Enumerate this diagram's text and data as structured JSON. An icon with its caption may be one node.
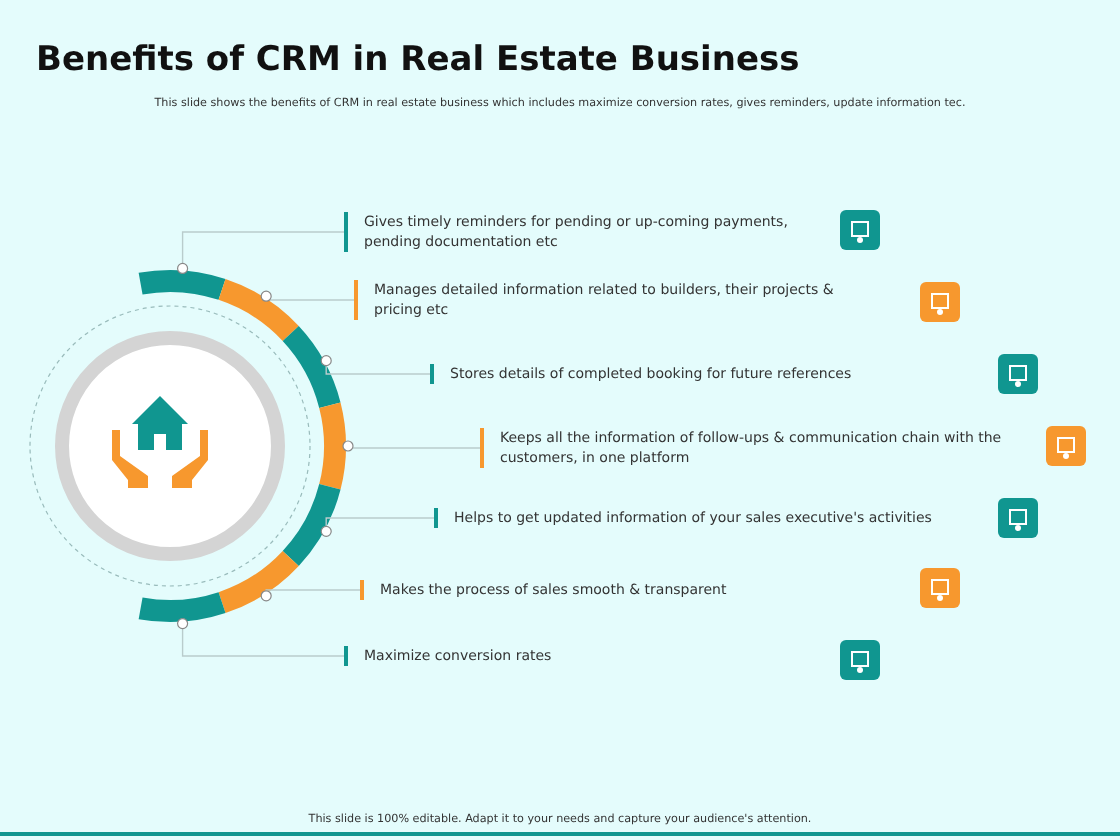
{
  "diagram": {
    "title": "Benefits of CRM in Real Estate Business",
    "nodes": [
      {
        "text": [
          "Gives timely reminders for pending or up-coming payments, pending documentation etc"
        ]
      },
      {
        "text": [
          "Manages detailed information related to builders, their projects & pricing etc"
        ]
      },
      {
        "text": [
          "Stores details of completed booking for future references"
        ]
      },
      {
        "text": [
          "Keeps all the information of follow-ups & communication chain with the customers, in one platform"
        ]
      },
      {
        "text": [
          "Helps to get updated information of your sales executive's activities"
        ]
      },
      {
        "text": [
          "Makes the process of sales smooth & transparent"
        ]
      },
      {
        "text": [
          "Maximize conversion rates"
        ]
      },
      {
        "text": [],
        "shape": "arc"
      },
      {
        "text": [],
        "shape": "arc"
      },
      {
        "text": [],
        "shape": "arc"
      },
      {
        "text": [],
        "shape": "arc"
      },
      {
        "text": [],
        "shape": "arc"
      },
      {
        "text": [],
        "shape": "arc"
      },
      {
        "text": [],
        "shape": "arc"
      }
    ],
    "edges": [
      {
        "from": 0,
        "to": 7,
        "arrow": "other"
      },
      {
        "from": 1,
        "to": 8,
        "arrow": "other"
      },
      {
        "from": 2,
        "to": 9,
        "arrow": "other"
      },
      {
        "from": 3,
        "to": 10,
        "arrow": "other"
      },
      {
        "from": 4,
        "to": 11,
        "arrow": "other"
      },
      {
        "from": 5,
        "to": 12,
        "arrow": "other"
      },
      {
        "from": 6,
        "to": 13,
        "arrow": "other"
      }
    ],
    "labels": [
      "This slide shows the benefits of CRM in real estate business which includes maximize conversion rates, gives reminders, update information tec.",
      "This slide is 100% editable.  Adapt it to your needs and capture your audience's attention."
    ]
  }
}
